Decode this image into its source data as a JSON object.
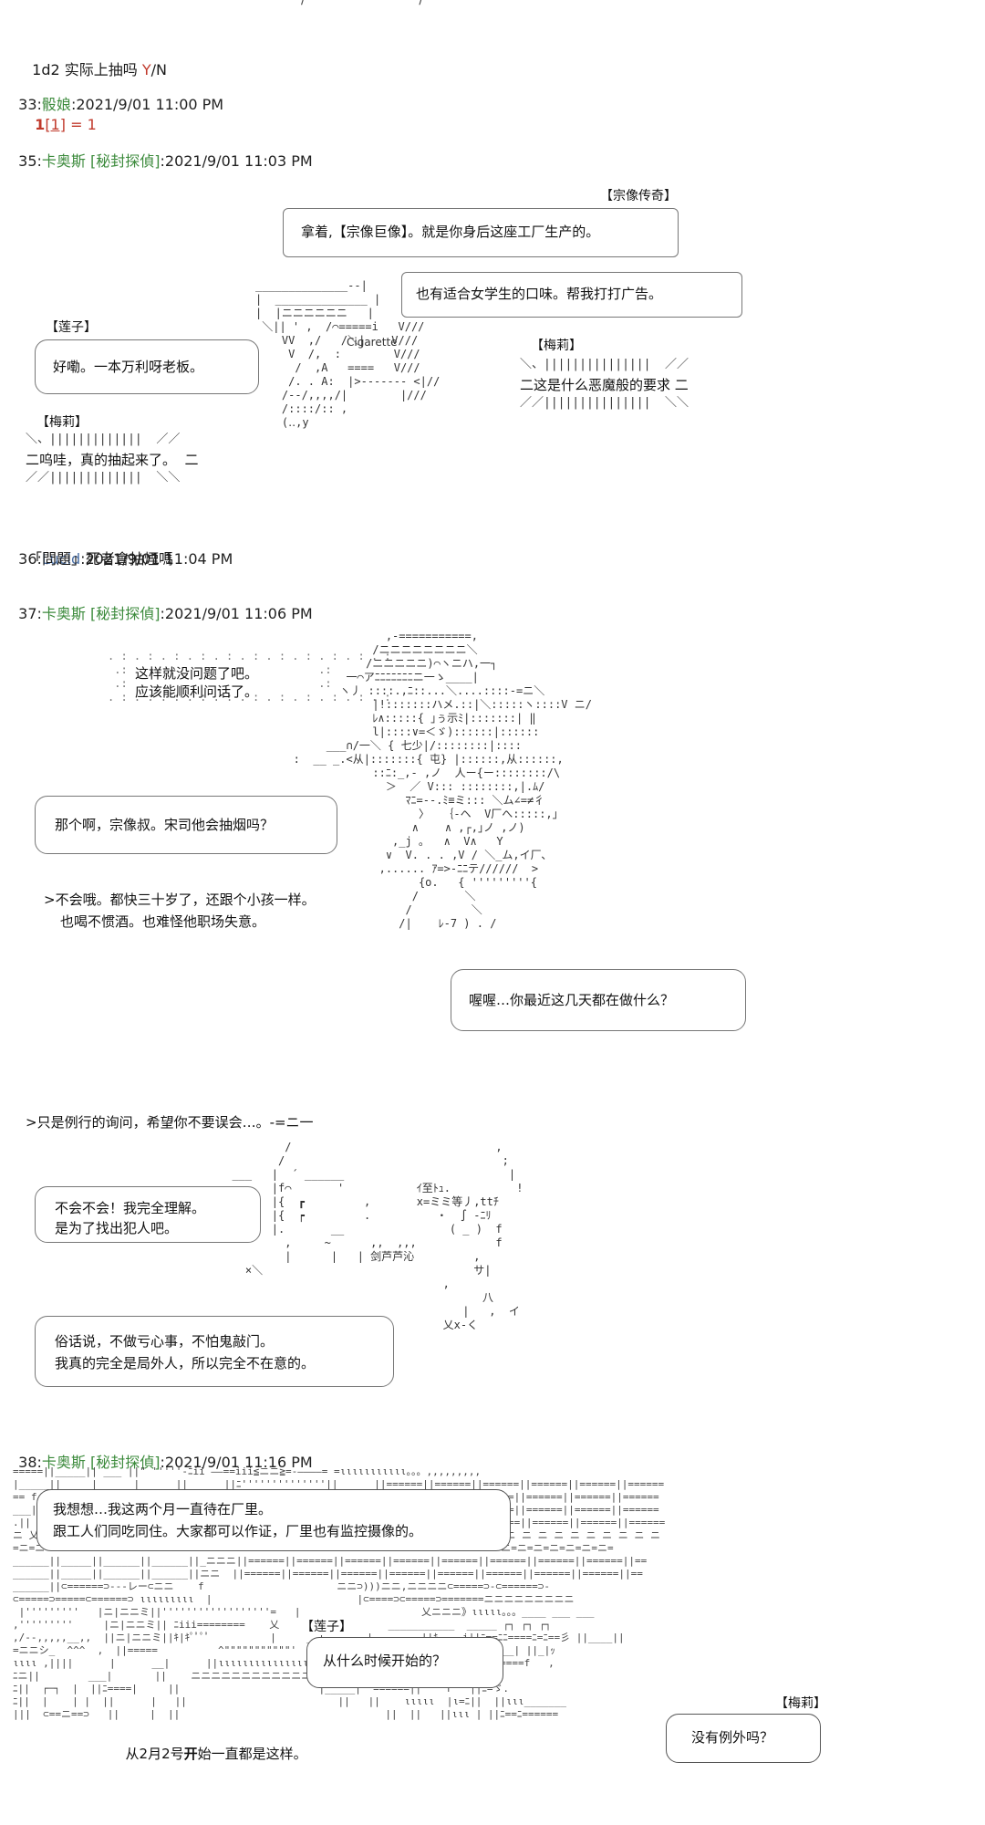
{
  "top_line": {
    "text_prefix": "1d2 实际上抽吗 ",
    "yes": "Y",
    "suffix": "/N"
  },
  "posts": [
    {
      "num": "33:",
      "name": "骰娘",
      "date": ":2021/9/01 11:00 PM",
      "body_prefix": "1",
      "body_bracket": "[1]",
      "body_rest": " = 1"
    },
    {
      "num": "35:",
      "name": "卡奥斯 [秘封探偵]",
      "date": ":2021/9/01 11:03 PM"
    },
    {
      "num": "36:",
      "name": "Lucid",
      "date": ":2021/9/01 11:04 PM",
      "body": "「問題」死者會抽煙嗎"
    },
    {
      "num": "37:",
      "name": "卡奥斯 [秘封探偵]",
      "date": ":2021/9/01 11:06 PM"
    },
    {
      "num": "38:",
      "name": "卡奥斯 [秘封探偵]",
      "date": ":2021/9/01 11:16 PM"
    }
  ],
  "scene1": {
    "tag_zongxiang": "【宗像传奇】",
    "line1": "拿着,【宗像巨像】。就是你身后这座工厂生产的。",
    "line2": "也有适合女学生的口味。帮我打打广告。",
    "tag_lianzi": "【莲子】",
    "lianzi_line": "好嘞。一本万利呀老板。",
    "tag_meili": "【梅莉】",
    "meili_line1": "二这是什么恶魔般的要求 二",
    "meili_line2": "二呜哇，真的抽起来了。  二",
    "cigarette": "Cigarette"
  },
  "scene2": {
    "line1": "这样就没问题了吧。",
    "line2": "应该能顺利问话了。",
    "q1": "那个啊，宗像叔。宋司他会抽烟吗？",
    "a1": ">不会哦。都快三十岁了，还跟个小孩一样。",
    "a2": "也喝不惯酒。也难怪他职场失意。",
    "q2": "喔喔…你最近这几天都在做什么？"
  },
  "scene3": {
    "l0": ">只是例行的询问，希望你不要误会…。-=ニ一",
    "b1l1": "不会不会！我完全理解。",
    "b1l2": "是为了找出犯人吧。",
    "b2l1": "俗话说，不做亏心事，不怕鬼敲门。",
    "b2l2": "我真的完全是局外人，所以完全不在意的。"
  },
  "scene4": {
    "b1l1": "我想想…我这两个月一直待在厂里。",
    "b1l2": "跟工人们同吃同住。大家都可以作证，厂里也有监控摄像的。",
    "tag_lianzi": "【莲子】",
    "q": "从什么时候开始的？",
    "a_prefix": "从2月2号",
    "a_bold": "开",
    "a_suffix": "始一直都是这样。",
    "tag_meili": "【梅莉】",
    "meili_q": "没有例外吗？"
  },
  "icons": [
    "speech-bubble",
    "ascii-art"
  ]
}
